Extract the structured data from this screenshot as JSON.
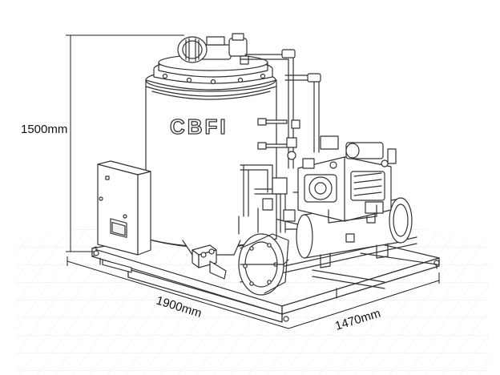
{
  "brand": {
    "logo_text": "CBFI"
  },
  "dimensions": {
    "height": "1500mm",
    "length": "1900mm",
    "width": "1470mm"
  },
  "colors": {
    "line": "#333333",
    "grid": "#e6e6e6",
    "fill": "#ffffff"
  },
  "components": [
    "evaporator-drum",
    "gear-motor",
    "compressor",
    "condenser",
    "electric-control-box",
    "base-frame",
    "water-pump",
    "pipework"
  ]
}
